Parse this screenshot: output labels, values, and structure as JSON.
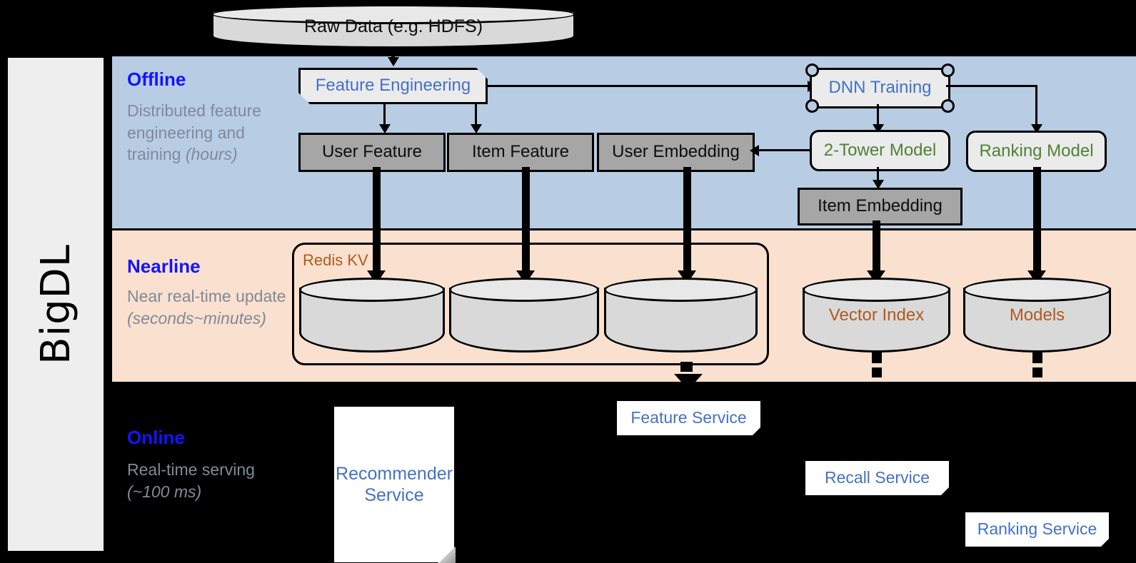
{
  "sidebar": {
    "label": "BigDL"
  },
  "source": {
    "raw_data": "Raw Data (e.g. HDFS)"
  },
  "bands": {
    "offline": {
      "title": "Offline",
      "desc_line1": "Distributed feature engineering and training ",
      "desc_em": "(hours)"
    },
    "nearline": {
      "title": "Nearline",
      "desc_line1": "Near real-time update ",
      "desc_em": "(seconds~minutes)"
    },
    "online": {
      "title": "Online",
      "desc_line1": "Real-time serving ",
      "desc_em": "(~100 ms)"
    }
  },
  "offline_nodes": {
    "feature_engineering": "Feature Engineering",
    "dnn_training": "DNN Training",
    "user_feature": "User Feature",
    "item_feature": "Item Feature",
    "user_embedding": "User Embedding",
    "two_tower_model": "2-Tower Model",
    "ranking_model": "Ranking Model",
    "item_embedding": "Item Embedding"
  },
  "nearline_nodes": {
    "redis_kv": "Redis KV",
    "store_user_feature": "",
    "store_item_feature": "",
    "store_user_embedding": "",
    "vector_index": "Vector Index",
    "models": "Models"
  },
  "online_nodes": {
    "recommender_service": "Recommender Service",
    "feature_service": "Feature Service",
    "recall_service": "Recall Service",
    "ranking_service": "Ranking Service"
  },
  "colors": {
    "offline_band": "#b8cce4",
    "nearline_band": "#fae0ce",
    "online_band": "#000000",
    "band_title": "#1414ff",
    "band_desc": "#7f8a99",
    "blue_text": "#4472c4",
    "green_text": "#4e8234",
    "brown_text": "#b05a1e",
    "gray_box": "#a6a6a6",
    "light_box": "#ebebeb",
    "cylinder": "#d9d9d9",
    "sidebar": "#eeeeee"
  }
}
